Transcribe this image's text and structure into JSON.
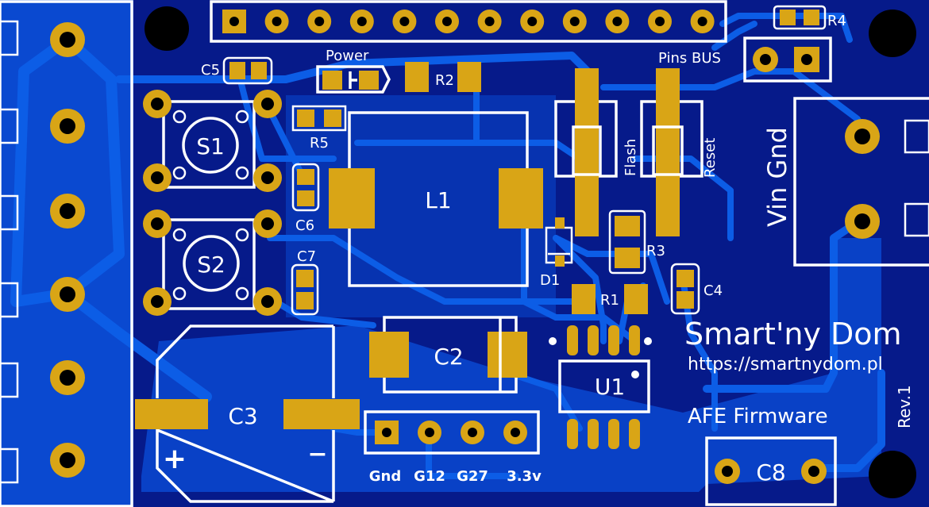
{
  "board": {
    "colors": {
      "background": "#061a8a",
      "copper_pour": "#0a49d0",
      "trace": "#0c5de6",
      "pad": "#d9a516",
      "silkscreen": "#ffffff",
      "hole": "#000000"
    },
    "labels": {
      "power": "Power",
      "pins_bus": "Pins BUS",
      "flash": "Flash",
      "reset": "Reset",
      "vin_gnd": "Vin Gnd",
      "brand": "Smart'ny Dom",
      "url": "https://smartnydom.pl",
      "firmware": "AFE Firmware",
      "revision": "Rev.1",
      "plus": "+",
      "minus": "−"
    },
    "components": {
      "S1": "S1",
      "S2": "S2",
      "L1": "L1",
      "C2": "C2",
      "C3": "C3",
      "C4": "C4",
      "C5": "C5",
      "C6": "C6",
      "C7": "C7",
      "C8": "C8",
      "R1": "R1",
      "R2": "R2",
      "R3": "R3",
      "R4": "R4",
      "R5": "R5",
      "D1": "D1",
      "U1": "U1"
    },
    "header_pins": [
      "Gnd",
      "G12",
      "G27",
      "3.3v"
    ]
  }
}
